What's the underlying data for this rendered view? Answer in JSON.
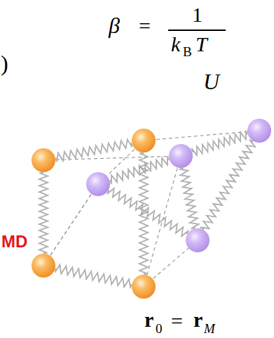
{
  "diagram": {
    "labels": [
      "β",
      "=",
      "1",
      "k",
      "B",
      "T",
      ")",
      "U",
      "MD",
      "r",
      "0",
      "=",
      "r",
      "M"
    ]
  }
}
